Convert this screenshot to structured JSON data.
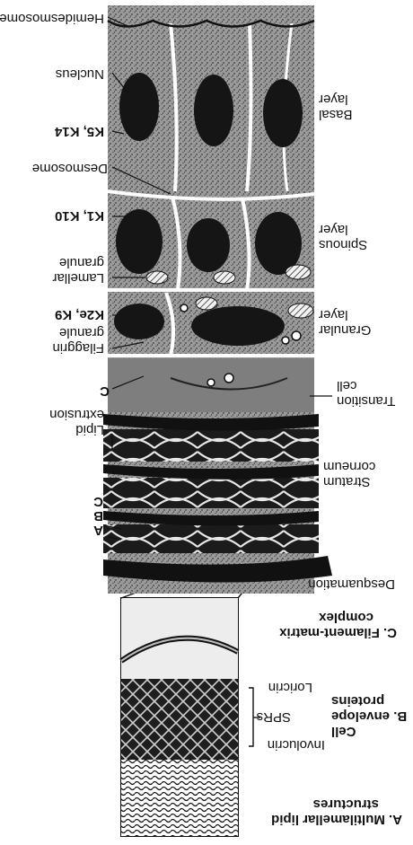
{
  "colors": {
    "ink": "#111111",
    "paper": "#ffffff",
    "tissue": "#8a8a8a",
    "nucleus": "#151515",
    "corneum": "#2a2a2a"
  },
  "layers": {
    "basal": [
      "Basal",
      "layer"
    ],
    "spinous": [
      "Spinous",
      "layer"
    ],
    "granular": [
      "Granular",
      "layer"
    ],
    "transition": [
      "Transition",
      "cell"
    ],
    "corneum": [
      "Stratum",
      "corneum"
    ],
    "desquamation": "Desquamation"
  },
  "labels": {
    "hemidesmosome": "Hemidesmosome",
    "nucleus": "Nucleus",
    "k5k14": "K5, K14",
    "desmosome": "Desmosome",
    "k1k10": "K1, K10",
    "lamellar": [
      "Lamellar",
      "granule"
    ],
    "k2ek9": "K2e, K9",
    "filaggrin": [
      "Filaggrin",
      "granule"
    ],
    "c_mark": "C",
    "lipid_extrusion": [
      "Lipid",
      "extrusion"
    ],
    "c_letter": "C",
    "b_letter": "B",
    "a_letter": "A"
  },
  "inset": {
    "c_title": [
      "C.  Filament-matrix",
      "complex"
    ],
    "b_title": [
      "Cell",
      "B.  envelope",
      "proteins"
    ],
    "loricrin": "Loricrin",
    "sprs": "SPRs",
    "involucrin": "Involucrin",
    "a_title": [
      "A.  Multilamellar lipid",
      "structures"
    ]
  }
}
